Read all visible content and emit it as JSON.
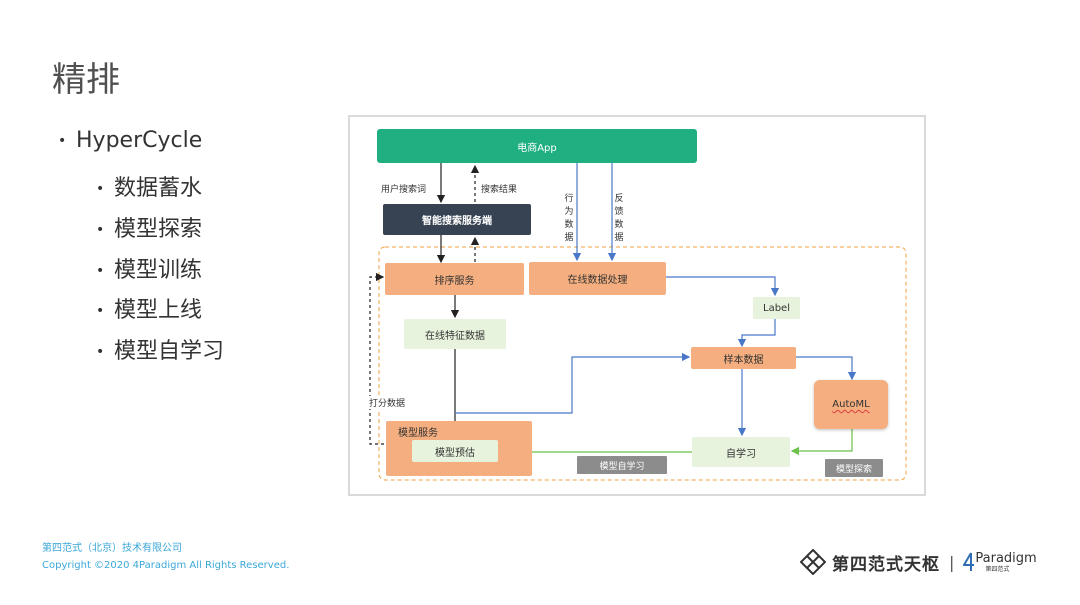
{
  "slide": {
    "title": "精排"
  },
  "bullets": {
    "main": "HyperCycle",
    "sub": [
      "数据蓄水",
      "模型探索",
      "模型训练",
      "模型上线",
      "模型自学习"
    ]
  },
  "diagram": {
    "nodes": {
      "app": "电商App",
      "search_service": "智能搜索服务端",
      "ranking_service": "排序服务",
      "online_processing": "在线数据处理",
      "label": "Label",
      "online_features": "在线特征数据",
      "sample_data": "样本数据",
      "automl": "AutoML",
      "model_service": "模型服务",
      "model_predict": "模型预估",
      "self_learning": "自学习",
      "tag_model_self_learning": "模型自学习",
      "tag_model_exploration": "模型探索"
    },
    "edge_labels": {
      "user_query": "用户搜索词",
      "search_results": "搜索结果",
      "behavior_data": [
        "行",
        "为",
        "数",
        "据"
      ],
      "feedback_data": [
        "反",
        "馈",
        "数",
        "据"
      ],
      "score_data": "打分数据"
    },
    "colors": {
      "app": "#1faf80",
      "server": "#374253",
      "orange": "#f4ae7f",
      "light_green": "#e7f3dd",
      "gray_tag": "#8c8c8c",
      "blue_arrow": "#4a78c9",
      "green_arrow": "#6cc24a",
      "dashed_box": "#f0a040"
    }
  },
  "footer": {
    "company": "第四范式（北京）技术有限公司",
    "copyright": "Copyright ©2020 4Paradigm All Rights Reserved."
  },
  "logo": {
    "cn": "第四范式天枢",
    "separator": "|",
    "en": "Paradigm",
    "en_sub": "第四范式"
  }
}
